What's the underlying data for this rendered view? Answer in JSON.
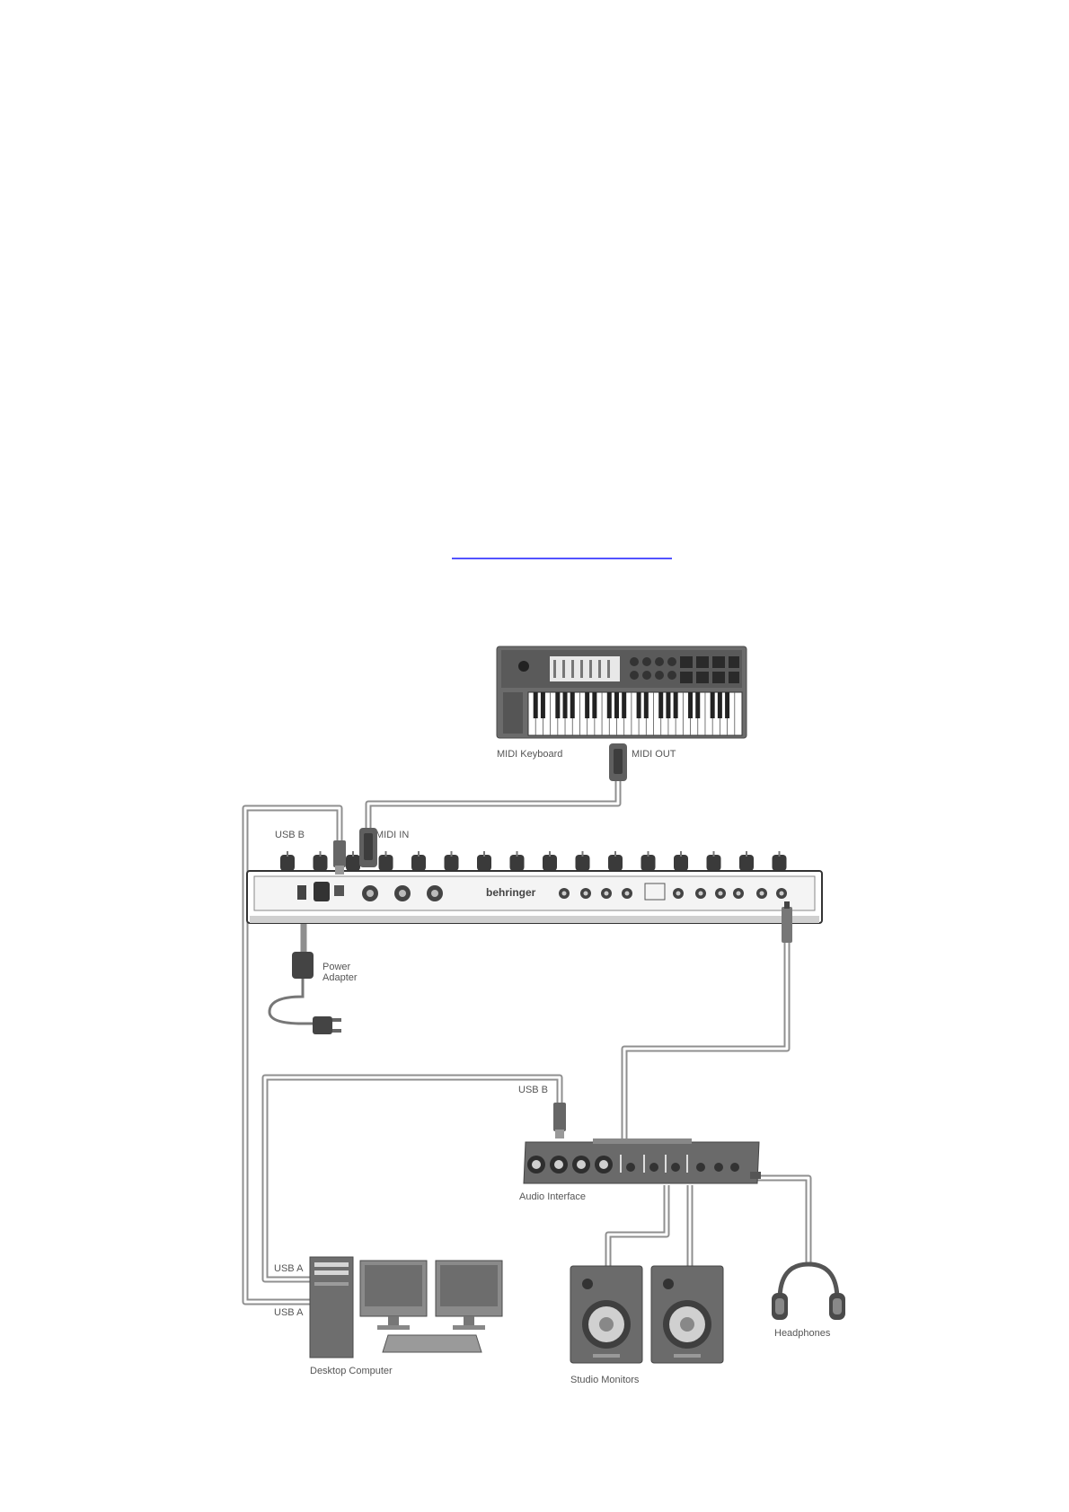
{
  "link_line_color": "#1a1aff",
  "labels": {
    "midi_keyboard": "MIDI Keyboard",
    "midi_out": "MIDI OUT",
    "usb_b_synth": "USB B",
    "midi_in": "MIDI IN",
    "synth_brand": "behringer",
    "power_adapter_line1": "Power",
    "power_adapter_line2": "Adapter",
    "usb_b_interface": "USB B",
    "audio_interface": "Audio Interface",
    "usb_a_1": "USB A",
    "usb_a_2": "USB A",
    "desktop_computer": "Desktop Computer",
    "studio_monitors": "Studio Monitors",
    "headphones": "Headphones"
  }
}
